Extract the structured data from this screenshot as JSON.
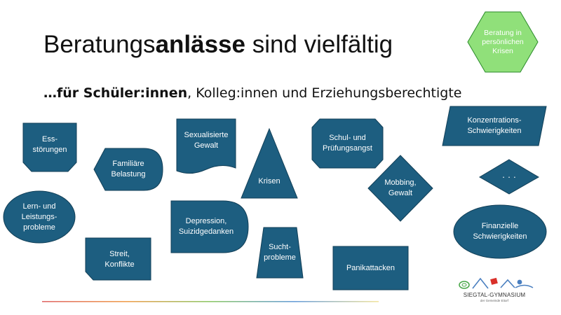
{
  "title": {
    "prefix": "Beratungs",
    "bold": "anlässe",
    "suffix": " sind vielfältig"
  },
  "subtitle": {
    "bold": "…für Schüler:innen",
    "rest": ", Kolleg:innen und Erziehungsberechtigte"
  },
  "hexagon": {
    "text": "Beratung in\npersönlichen\nKrisen",
    "color": "#90e07a"
  },
  "shape_color": "#1d5e80",
  "shapes": {
    "essstoerungen": "Ess-\nstörungen",
    "familiaere": "Familiäre\nBelastung",
    "lern": "Lern- und\nLeistungs-\nprobleme",
    "streit": "Streit,\nKonflikte",
    "sexualisierte": "Sexualisierte\nGewalt",
    "depression": "Depression,\nSuizidgedanken",
    "krisen": "Krisen",
    "sucht": "Sucht-\nprobleme",
    "schul": "Schul- und\nPrüfungsangst",
    "mobbing": "Mobbing,\nGewalt",
    "panik": "Panikattacken",
    "konzentration": "Konzentrations-\nSchwierigkeiten",
    "dots": "· · ·",
    "finanzielle": "Finanzielle\nSchwierigkeiten"
  },
  "logo": {
    "name": "SIEGTAL-GYMNASIUM",
    "sub": "der Gemeinde Eitorf"
  }
}
